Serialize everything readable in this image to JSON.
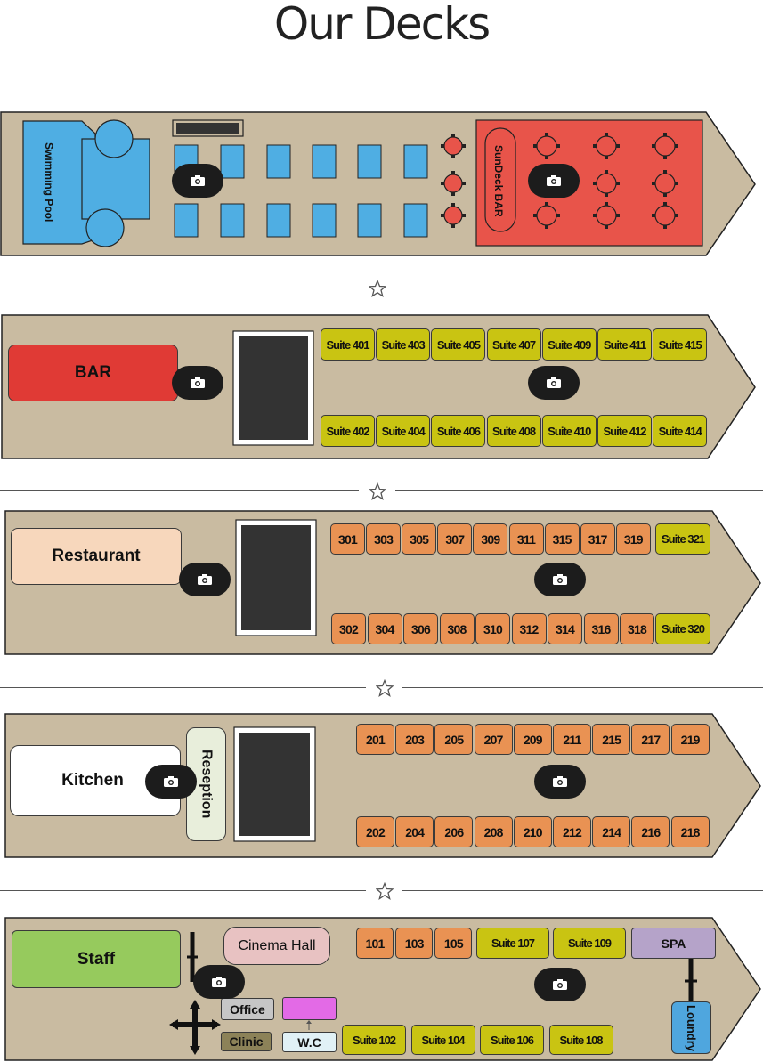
{
  "page": {
    "title": "Our Decks"
  },
  "colors": {
    "hull": "#c9bba1",
    "pool": "#4faee3",
    "sundeck": "#e8544a",
    "bar": "#e03a35",
    "restaurant": "#f7d7bc",
    "suite": "#c9c412",
    "room": "#e99253",
    "staff": "#96ca5d",
    "cinema": "#e8c2c2",
    "spa": "#b5a3c9",
    "laundry": "#4fa6de",
    "wc": "#e1f1f6",
    "clinic": "#8c8258",
    "office": "#c6c6c6",
    "magenta": "#e36ae6"
  },
  "icons": {
    "camera": "camera-icon",
    "star": "star-icon"
  },
  "sundeck": {
    "pool_label": "Swimming Pool",
    "bar_label": "SunDeck BAR"
  },
  "deck4": {
    "bar_label": "BAR",
    "top_suites": [
      "Suite 401",
      "Suite 403",
      "Suite 405",
      "Suite 407",
      "Suite 409",
      "Suite 411",
      "Suite 415"
    ],
    "bottom_suites": [
      "Suite 402",
      "Suite 404",
      "Suite 406",
      "Suite 408",
      "Suite 410",
      "Suite 412",
      "Suite 414"
    ]
  },
  "deck3": {
    "restaurant_label": "Restaurant",
    "top_rooms": [
      "301",
      "303",
      "305",
      "307",
      "309",
      "311",
      "315",
      "317",
      "319"
    ],
    "top_suite": "Suite 321",
    "bottom_rooms": [
      "302",
      "304",
      "306",
      "308",
      "310",
      "312",
      "314",
      "316",
      "318"
    ],
    "bottom_suite": "Suite 320"
  },
  "deck2": {
    "kitchen_label": "Kitchen",
    "reception_label": "Resеption",
    "top_rooms": [
      "201",
      "203",
      "205",
      "207",
      "209",
      "211",
      "215",
      "217",
      "219"
    ],
    "bottom_rooms": [
      "202",
      "204",
      "206",
      "208",
      "210",
      "212",
      "214",
      "216",
      "218"
    ]
  },
  "deck1": {
    "staff_label": "Staff",
    "cinema_label": "Cinema Hall",
    "office_label": "Office",
    "clinic_label": "Clinic",
    "wc_label": "W.C",
    "spa_label": "SPA",
    "laundry_label": "Loundry",
    "top_rooms": [
      "101",
      "103",
      "105"
    ],
    "top_suites": [
      "Suite 107",
      "Suite 109"
    ],
    "bottom_suites": [
      "Suite 102",
      "Suite 104",
      "Suite 106",
      "Suite 108"
    ]
  }
}
